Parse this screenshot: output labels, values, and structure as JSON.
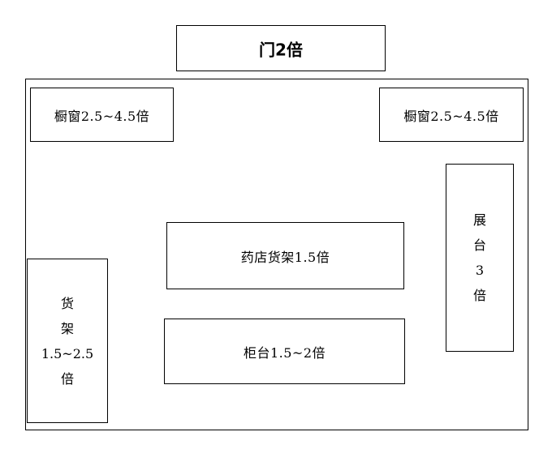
{
  "diagram": {
    "door": {
      "label": "门2倍"
    },
    "window_left": {
      "label": "橱窗2.5~4.5倍"
    },
    "window_right": {
      "label": "橱窗2.5~4.5倍"
    },
    "display_stand": {
      "lines": [
        "展",
        "台",
        "3",
        "倍"
      ]
    },
    "pharmacy_shelf": {
      "label": "药店货架1.5倍"
    },
    "counter": {
      "label": "柜台1.5~2倍"
    },
    "side_shelf": {
      "lines": [
        "货",
        "架",
        "1.5~2.5",
        "倍"
      ]
    }
  }
}
